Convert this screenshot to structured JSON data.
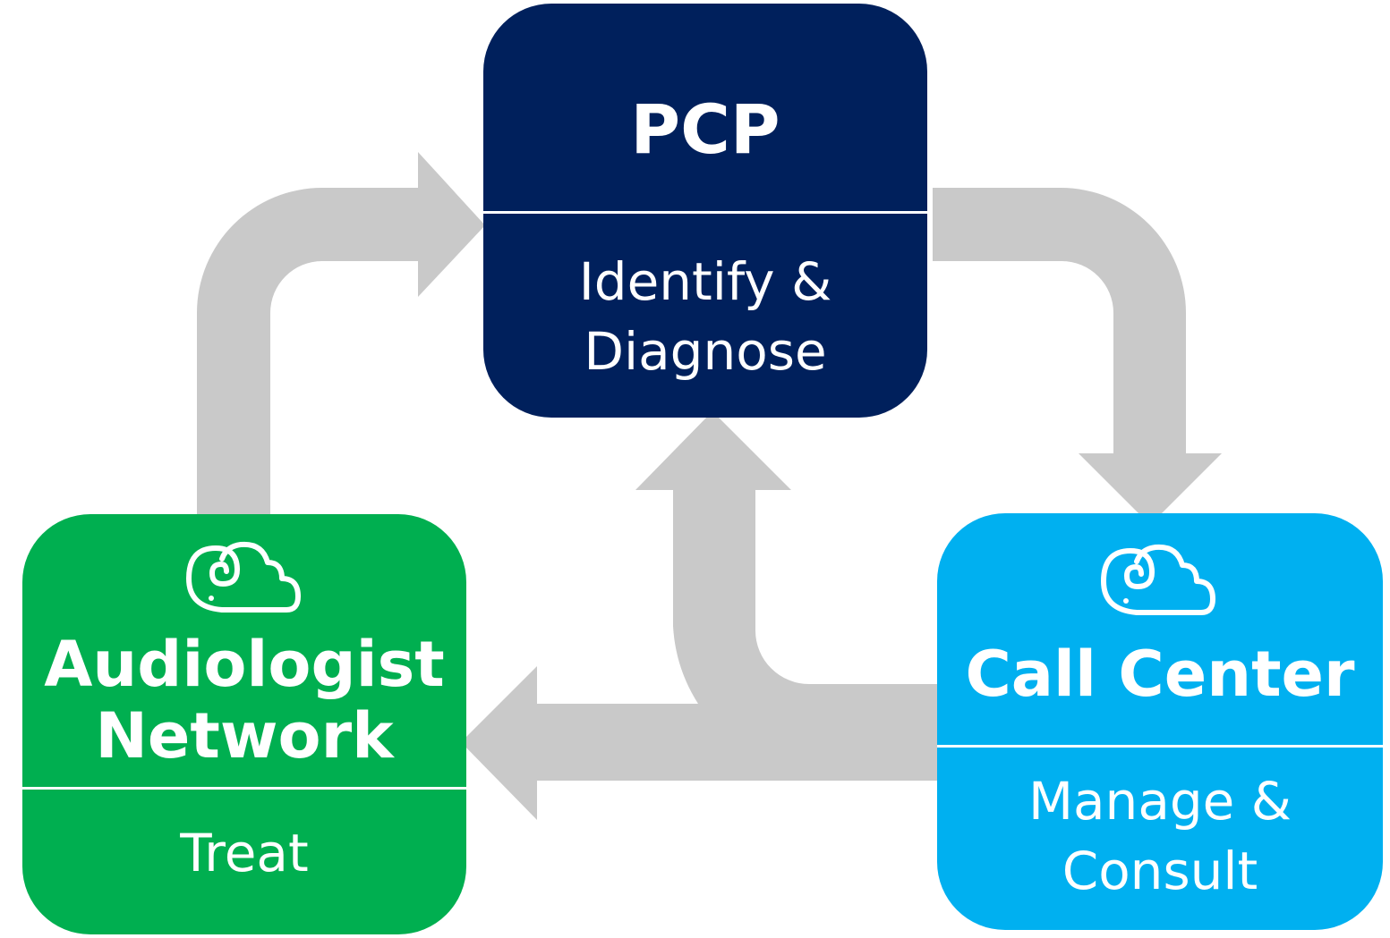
{
  "colors": {
    "arrow": "#c9c9c9",
    "pcp": "#00205c",
    "audiologist": "#00af50",
    "call_center": "#00b0f0",
    "text": "#ffffff"
  },
  "icons": {
    "audiologist": "ear-cloud-icon",
    "call_center": "ear-cloud-icon"
  },
  "nodes": {
    "pcp": {
      "title": "PCP",
      "subtitle": "Identify &\nDiagnose"
    },
    "audiologist": {
      "title": "Audiologist\nNetwork",
      "subtitle": "Treat"
    },
    "call_center": {
      "title": "Call Center",
      "subtitle": "Manage &\nConsult"
    }
  },
  "edges": [
    {
      "from": "audiologist",
      "to": "pcp"
    },
    {
      "from": "pcp",
      "to": "call_center"
    },
    {
      "from": "call_center",
      "to": "pcp"
    },
    {
      "from": "call_center",
      "to": "audiologist"
    }
  ]
}
